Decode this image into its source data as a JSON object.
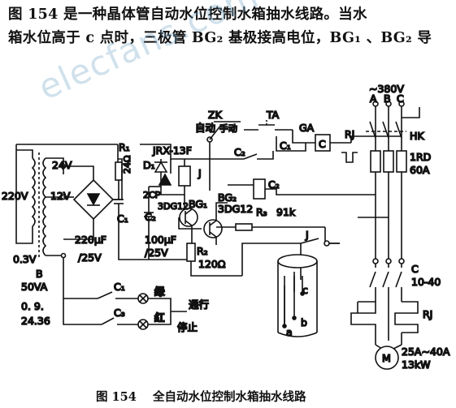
{
  "intro": {
    "line1": "图 154 是一种晶体管自动水位控制水箱抽水线路。当水",
    "line2": "箱水位高于 c 点时，三极管 BG₂ 基极接高电位，BG₁ 、BG₂ 导"
  },
  "caption": "图 154    全自动水位控制水箱抽水线路",
  "watermark": "elecfans.com",
  "labels": {
    "power": "~380V",
    "phase_a": "A",
    "phase_b": "B",
    "phase_c": "C",
    "zk": "ZK",
    "auto": "自动",
    "manual": "手动",
    "ta": "TA",
    "ga": "GA",
    "rj_top": "RJ",
    "hk": "HK",
    "fuse": "1RD",
    "fuse_rating": "60A",
    "c_switch": "C",
    "c2_top": "C₂",
    "c1_contact": "C₁",
    "r1": "R₁",
    "r1_val": "24Ω",
    "jrx": "JRX-13F",
    "d1": "D₁",
    "j_coil": "J",
    "d2": "2CP",
    "c2_coil": "C₂",
    "bg2": "BG₂",
    "bg2_type": "3DG12",
    "r3": "R₃",
    "r3_val": "91k",
    "v24": "24V",
    "v12": "12V",
    "v220": "220V",
    "v03": "0.3V",
    "b": "B",
    "va": "50VA",
    "core1": "0. 9.",
    "core2": "24.36",
    "cap_c1": "C₁",
    "cap_c1_val": "220μF",
    "cap_c1_v": "/25V",
    "cap_c2": "C₂",
    "cap_c2_val": "100μF",
    "cap_c2_v": "/25V",
    "bg1_type": "3DG12",
    "bg1": "BG₁",
    "r2": "R₂",
    "r2_val": "120Ω",
    "j_contact": "J",
    "probe_a": "a",
    "probe_b": "b",
    "probe_c": "c",
    "c1_lamp": "C₁",
    "c3_lamp": "C₃",
    "green": "绿",
    "red": "红",
    "running": "通行",
    "stopped": "停止",
    "c_contactor": "C",
    "c_range": "10-40",
    "rj_bottom": "RJ",
    "motor": "M",
    "motor_current": "25A~40A",
    "motor_power": "13kW"
  }
}
